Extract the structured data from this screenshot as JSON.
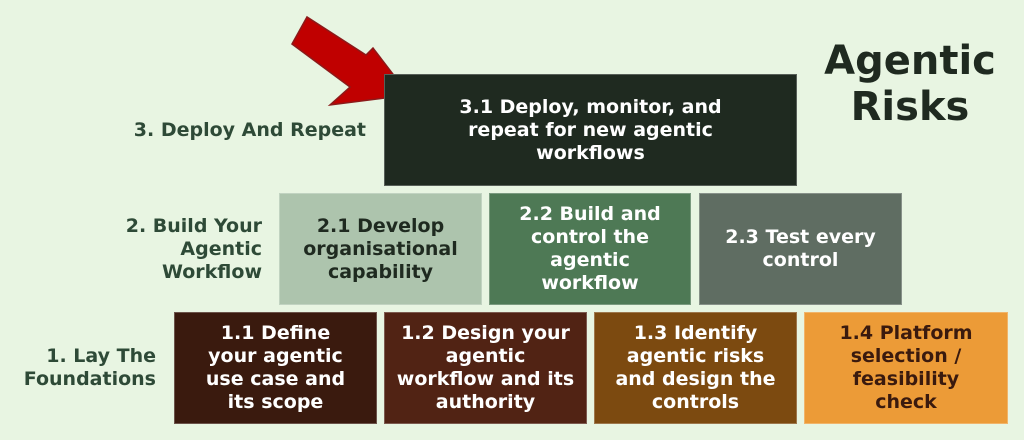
{
  "title": "Agentic\nRisks",
  "levels": [
    {
      "label": "3. Deploy And Repeat"
    },
    {
      "label": "2. Build Your\nAgentic\nWorkflow"
    },
    {
      "label": "1. Lay The\nFoundations"
    }
  ],
  "boxes": {
    "b31": {
      "text": "3.1 Deploy, monitor, and\nrepeat for new agentic\nworkflows",
      "color": "#1f2a20",
      "text_color": "#ffffff"
    },
    "b21": {
      "text": "2.1 Develop\norganisational\ncapability",
      "color": "#adc4ad",
      "text_color": "#1f2a20"
    },
    "b22": {
      "text": "2.2 Build and\ncontrol the\nagentic\nworkflow",
      "color": "#4e7955",
      "text_color": "#ffffff"
    },
    "b23": {
      "text": "2.3 Test every\ncontrol",
      "color": "#5f6d62",
      "text_color": "#ffffff"
    },
    "b11": {
      "text": "1.1 Define\nyour agentic\nuse case and\nits scope",
      "color": "#3a1a0e",
      "text_color": "#ffffff"
    },
    "b12": {
      "text": "1.2 Design your\nagentic\nworkflow and its\nauthority",
      "color": "#512314",
      "text_color": "#ffffff"
    },
    "b13": {
      "text": "1.3 Identify\nagentic risks\nand design the\ncontrols",
      "color": "#7c4a10",
      "text_color": "#ffffff"
    },
    "b14": {
      "text": "1.4 Platform\nselection /\nfeasibility\ncheck",
      "color": "#ec9b37",
      "text_color": "#3a1a0e"
    }
  },
  "arrow": {
    "color": "#c00000",
    "stroke": "#8b1a1a",
    "points_to": "3.1"
  }
}
